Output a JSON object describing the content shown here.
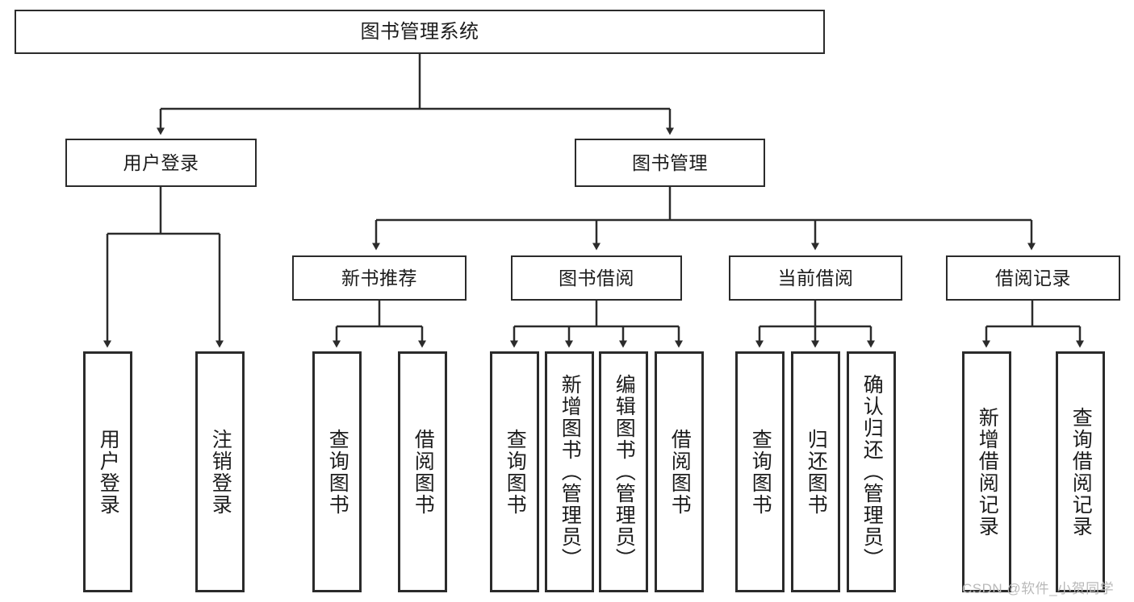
{
  "diagram": {
    "title": "图书管理系统",
    "type": "tree-hierarchy-chart",
    "root": {
      "label": "图书管理系统"
    },
    "level2": [
      {
        "label": "用户登录"
      },
      {
        "label": "图书管理"
      }
    ],
    "level3": [
      {
        "label": "新书推荐"
      },
      {
        "label": "图书借阅"
      },
      {
        "label": "当前借阅"
      },
      {
        "label": "借阅记录"
      }
    ],
    "leaves": {
      "user_login": [
        {
          "label": "用户登录"
        },
        {
          "label": "注销登录"
        }
      ],
      "new_book_recommend": [
        {
          "label": "查询图书"
        },
        {
          "label": "借阅图书"
        }
      ],
      "book_borrow": [
        {
          "label": "查询图书"
        },
        {
          "label": "新增图书（管理员）"
        },
        {
          "label": "编辑图书（管理员）"
        },
        {
          "label": "借阅图书"
        }
      ],
      "current_borrow": [
        {
          "label": "查询图书"
        },
        {
          "label": "归还图书"
        },
        {
          "label": "确认归还（管理员）"
        }
      ],
      "borrow_record": [
        {
          "label": "新增借阅记录"
        },
        {
          "label": "查询借阅记录"
        }
      ]
    }
  },
  "watermark": {
    "text": "CSDN @软件_小贺同学"
  },
  "colors": {
    "stroke": "#2b2b2b",
    "fill": "#ffffff",
    "text": "#1c1c1c",
    "watermark": "#b9b9b9"
  }
}
